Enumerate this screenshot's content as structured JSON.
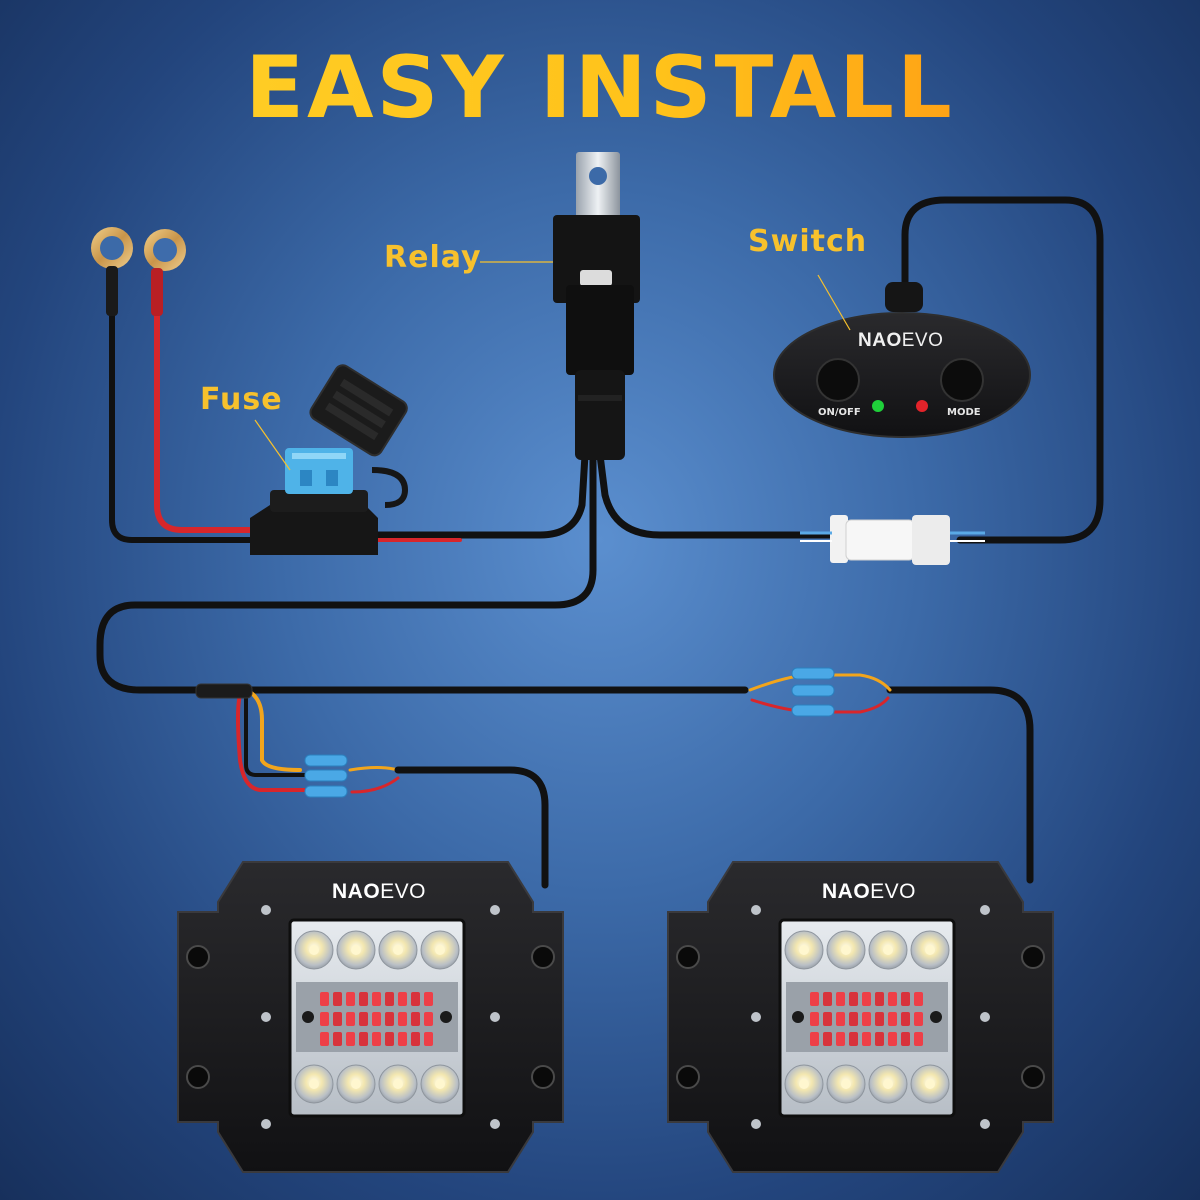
{
  "title": "EASY INSTALL",
  "labels": {
    "relay": "Relay",
    "switch": "Switch",
    "fuse": "Fuse"
  },
  "switch_box": {
    "brand_bold": "NAO",
    "brand_rest": "EVO",
    "button_left": "ON/OFF",
    "button_right": "MODE"
  },
  "lights": [
    {
      "brand_bold": "NAO",
      "brand_rest": "EVO"
    },
    {
      "brand_bold": "NAO",
      "brand_rest": "EVO"
    }
  ],
  "colors": {
    "title_start": "#ffd22a",
    "title_end": "#ff8a12",
    "label": "#f7c12d",
    "wire_black": "#111111",
    "wire_red": "#d8262b",
    "wire_yellow": "#f2a51c",
    "fuse_blue": "#4fb3e8",
    "led_green": "#1fd03a",
    "led_red": "#e3232a"
  }
}
